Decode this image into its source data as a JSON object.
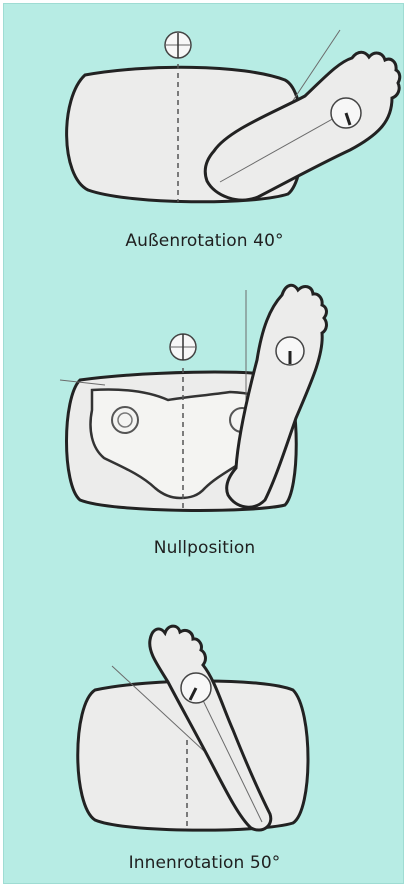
{
  "figures": [
    {
      "id": "external-rotation",
      "caption": "Außenrotation 40°"
    },
    {
      "id": "neutral-position",
      "caption": "Nullposition"
    },
    {
      "id": "internal-rotation",
      "caption": "Innenrotation 50°"
    }
  ],
  "colors": {
    "background": "#b7ece4",
    "body_fill": "#ececeb",
    "outline": "#222222",
    "guide_line": "#6b6b6b"
  }
}
